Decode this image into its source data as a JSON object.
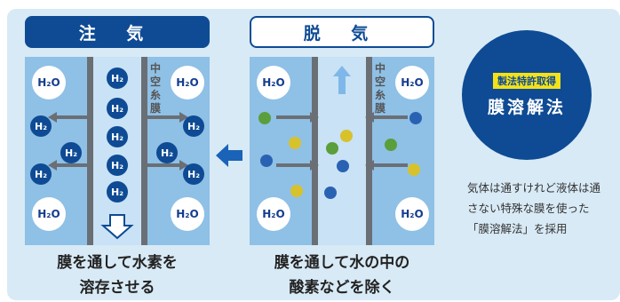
{
  "left_panel": {
    "title": "注 気",
    "membrane_label": "中空糸膜",
    "caption_line1": "膜を通して水素を",
    "caption_line2": "溶存させる",
    "h2o_label": "H₂O",
    "h2_label": "H₂"
  },
  "right_panel": {
    "title": "脱 気",
    "membrane_label": "中空糸膜",
    "caption_line1": "膜を通して水の中の",
    "caption_line2": "酸素などを除く",
    "h2o_label": "H₂O"
  },
  "method_badge": {
    "tag": "製法特許取得",
    "name": "膜溶解法"
  },
  "note": "気体は通すけれど液体は通さない特殊な膜を使った「膜溶解法」を採用",
  "colors": {
    "dark_blue": "#0e4b94",
    "panel_bg": "#8fc0e6",
    "frame_bg": "#d8eaf6",
    "arrow_blue": "#1a63b8",
    "tag_yellow": "#f3e11a",
    "dot_green": "#5b9e3c",
    "dot_yellow": "#d8c22c",
    "dot_blue": "#2a62b3"
  }
}
